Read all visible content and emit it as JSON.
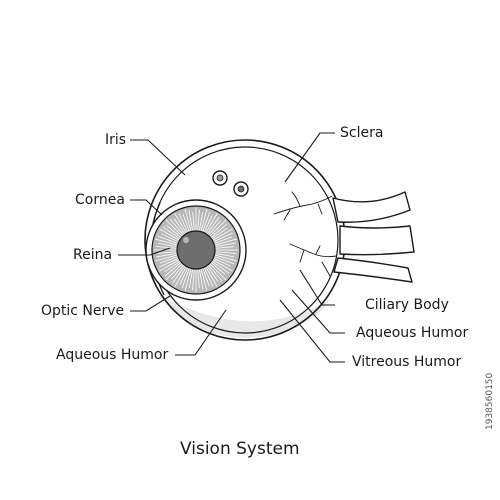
{
  "title": "Vision System",
  "labels": {
    "iris": "Iris",
    "cornea": "Cornea",
    "reina": "Reina",
    "optic_nerve": "Optic Nerve",
    "aqueous_humor_left": "Aqueous Humor",
    "sclera": "Sclera",
    "ciliary_body": "Ciliary Body",
    "aqueous_humor_right": "Aqueous Humor",
    "vitreous_humor": "Vitreous Humor"
  },
  "stock_id": "1938560150",
  "colors": {
    "line": "#1a1a1a",
    "eyeball_fill": "#ffffff",
    "shadow_fill": "#e8e8e8",
    "iris_fill": "#b8b8b8",
    "pupil_fill": "#6e6e6e",
    "background": "#ffffff"
  }
}
